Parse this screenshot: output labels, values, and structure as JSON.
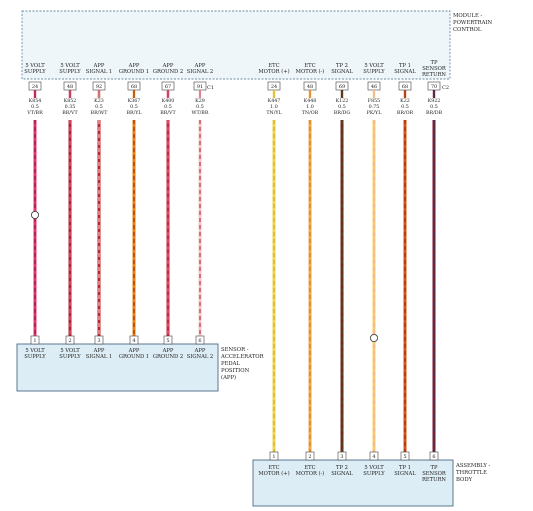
{
  "module": {
    "label_lines": [
      "MODULE -",
      "POWERTRAIN",
      "CONTROL"
    ],
    "connectors": [
      "C1",
      "C2"
    ],
    "pins": [
      {
        "lines": [
          "5 VOLT",
          "SUPPLY"
        ],
        "pin": "24"
      },
      {
        "lines": [
          "5 VOLT",
          "SUPPLY"
        ],
        "pin": "48"
      },
      {
        "lines": [
          "APP",
          "SIGNAL 1"
        ],
        "pin": "92"
      },
      {
        "lines": [
          "APP",
          "GROUND 1"
        ],
        "pin": "68"
      },
      {
        "lines": [
          "APP",
          "GROUND 2"
        ],
        "pin": "67"
      },
      {
        "lines": [
          "APP",
          "SIGNAL 2"
        ],
        "pin": "91"
      },
      {
        "lines": [
          "ETC",
          "MOTOR (+)"
        ],
        "pin": "24"
      },
      {
        "lines": [
          "ETC",
          "MOTOR (-)"
        ],
        "pin": "48"
      },
      {
        "lines": [
          "TP 2",
          "SIGNAL"
        ],
        "pin": "69"
      },
      {
        "lines": [
          "5 VOLT",
          "SUPPLY"
        ],
        "pin": "46"
      },
      {
        "lines": [
          "TP 1",
          "SIGNAL"
        ],
        "pin": "68"
      },
      {
        "lines": [
          "TP",
          "SENSOR",
          "RETURN"
        ],
        "pin": "70"
      }
    ]
  },
  "wires": [
    {
      "circuit": "K854",
      "gauge": "0.5",
      "color": "VT/BR",
      "stroke": "#e8336e",
      "stripe": "#7a1a4a"
    },
    {
      "circuit": "K852",
      "gauge": "0.35",
      "color": "BR/VT",
      "stroke": "#b3202e",
      "stripe": "#e070a0"
    },
    {
      "circuit": "K23",
      "gauge": "0.5",
      "color": "BR/WT",
      "stroke": "#c0262c",
      "stripe": "#f4e0e0"
    },
    {
      "circuit": "K367",
      "gauge": "0.5",
      "color": "BR/YL",
      "stroke": "#e6820f",
      "stripe": "#8a2a10"
    },
    {
      "circuit": "K400",
      "gauge": "0.5",
      "color": "BR/VT",
      "stroke": "#c8243a",
      "stripe": "#e070a0"
    },
    {
      "circuit": "K29",
      "gauge": "0.5",
      "color": "WT/BR",
      "stroke": "#f3c9c9",
      "stripe": "#b3202e"
    },
    {
      "circuit": "K447",
      "gauge": "1.0",
      "color": "TN/YL",
      "stroke": "#f0d64a",
      "stripe": "#c9a22a"
    },
    {
      "circuit": "K448",
      "gauge": "1.0",
      "color": "TN/OR",
      "stroke": "#f0a848",
      "stripe": "#c0781a"
    },
    {
      "circuit": "K122",
      "gauge": "0.5",
      "color": "BR/DG",
      "stroke": "#6b2a1a",
      "stripe": "#3a5a2a"
    },
    {
      "circuit": "F855",
      "gauge": "0.75",
      "color": "PK/YL",
      "stroke": "#f7cf6a",
      "stripe": "#f7a0b4"
    },
    {
      "circuit": "K22",
      "gauge": "0.5",
      "color": "BR/OR",
      "stroke": "#d8531a",
      "stripe": "#8a2a10"
    },
    {
      "circuit": "K922",
      "gauge": "0.5",
      "color": "BR/DB",
      "stroke": "#7a1f35",
      "stripe": "#2a3a6a"
    }
  ],
  "app_sensor": {
    "label_lines": [
      "SENSOR -",
      "ACCELERATOR",
      "PEDAL",
      "POSITION",
      "(APP)"
    ],
    "pins": [
      {
        "pin": "1",
        "lines": [
          "5 VOLT",
          "SUPPLY"
        ]
      },
      {
        "pin": "2",
        "lines": [
          "5 VOLT",
          "SUPPLY"
        ]
      },
      {
        "pin": "3",
        "lines": [
          "APP",
          "SIGNAL 1"
        ]
      },
      {
        "pin": "4",
        "lines": [
          "APP",
          "GROUND 1"
        ]
      },
      {
        "pin": "5",
        "lines": [
          "APP",
          "GROUND 2"
        ]
      },
      {
        "pin": "6",
        "lines": [
          "APP",
          "SIGNAL 2"
        ]
      }
    ]
  },
  "throttle": {
    "label_lines": [
      "ASSEMBLY -",
      "THROTTLE",
      "BODY"
    ],
    "pins": [
      {
        "pin": "1",
        "lines": [
          "ETC",
          "MOTOR (+)"
        ]
      },
      {
        "pin": "2",
        "lines": [
          "ETC",
          "MOTOR (-)"
        ]
      },
      {
        "pin": "3",
        "lines": [
          "TP 2",
          "SIGNAL"
        ]
      },
      {
        "pin": "4",
        "lines": [
          "5 VOLT",
          "SUPPLY"
        ]
      },
      {
        "pin": "5",
        "lines": [
          "TP 1",
          "SIGNAL"
        ]
      },
      {
        "pin": "6",
        "lines": [
          "TP",
          "SENSOR",
          "RETURN"
        ]
      }
    ]
  }
}
